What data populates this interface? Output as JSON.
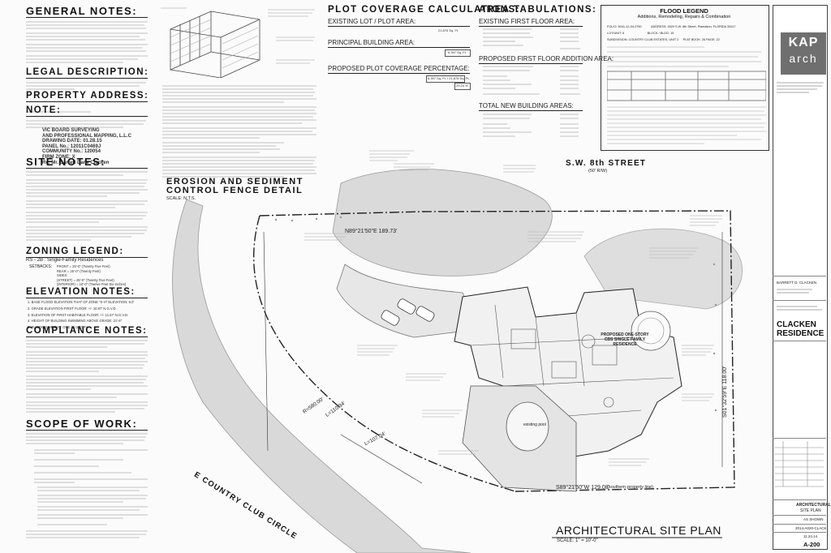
{
  "left_column": {
    "general_notes": "GENERAL NOTES:",
    "legal_description": "LEGAL DESCRIPTION:",
    "property_address": "PROPERTY ADDRESS:",
    "note": "NOTE:",
    "surveyor": {
      "line1": "VIC BOARD SURVEYING",
      "line2": "AND PROFESSIONAL MAPPING, L.L.C",
      "line3": "DRAWING DATE: 01.28.15",
      "line4": "PANEL No.: 12011C0469J",
      "line5": "COMMUNITY No.: 120054",
      "line6": "FIRM ZONE: X",
      "line7": "Re: Mr. Barrett Dane Clacken"
    },
    "site_notes": "SITE NOTES:",
    "zoning_legend": "ZONING LEGEND:",
    "zoning_value": "RS - 2B : Single-Family Residences",
    "setback_label": "SETBACKS:",
    "setbacks": [
      "FRONT  = 25'-0\" (Twenty Five Feet)",
      "REAR   = 25'-0\" (Twenty Feet)",
      "SIDES",
      "(STREET) = 25'-0\" (Twenty Five Feet)",
      "(INTERIOR) = 10'-0\" (Twelve Feet Six Inches)"
    ],
    "elevation_notes": "ELEVATION NOTES:",
    "elevation_items": [
      "1. BASE FLOOD ELEVATION THAT OF ZONE \"X-H\" ELEVATION: 8.0'",
      "2. GRADE ELEVATION FIRST FLOOR: +/- 10.97' N.G.V.D.",
      "3. ELEVATION OF FIRST HABITABLE FLOOR: +/- 11.57' N.G.V.D.",
      "4. HEIGHT OF BUILDING SWIMMING ABOVE GRADE: 21'-6\"",
      "5. BUILDING HEIGHT: ONE (1) STORY"
    ],
    "compliance_notes": "COMPLIANCE NOTES:",
    "scope_of_work": "SCOPE OF WORK:"
  },
  "center_top": {
    "plot_coverage": "PLOT COVERAGE CALCULATIONS:",
    "existing_lot": "EXISTING LOT / PLOT AREA:",
    "existing_lot_val": "21,876 Sq. Ft.",
    "principal_building": "PRINCIPAL BUILDING AREA:",
    "principal_building_val": "6,397 Sq. Ft.",
    "proposed_plot": "PROPOSED PLOT COVERAGE PERCENTAGE:",
    "proposed_plot_val": "6,397 Sq. Ft. / 21,876 Sq. Ft.",
    "proposed_pct": "29.24 %",
    "area_tab": "AREA TABULATIONS:",
    "existing_first_floor": "EXISTING FIRST FLOOR AREA:",
    "proposed_first_floor": "PROPOSED FIRST FLOOR ADDITION AREA:",
    "total_new": "TOTAL NEW BUILDING AREAS:",
    "erosion1": "EROSION AND SEDIMENT",
    "erosion2": "CONTROL FENCE DETAIL",
    "scale_nts": "SCALE: N.T.S."
  },
  "flood_legend": {
    "title": "FLOOD LEGEND",
    "subtitle": "Additions, Remodeling, Repairs & Combination",
    "rows": [
      [
        "FOLIO:",
        "5041-12-04-0750",
        "ADDRESS:",
        "4520 S.W. 8th Street, Plantation, FLORIDA 33317"
      ],
      [
        "LOT/UNIT:",
        "5",
        "BLOCK / BLDG:",
        "15"
      ],
      [
        "SUBDIVISION:",
        "COUNTRY CLUB ESTATES, UNIT 2",
        "PLAT BOOK:",
        "26",
        "PAGE:",
        "22"
      ]
    ]
  },
  "site_plan": {
    "street": "S.W. 8th STREET",
    "street_sub": "(50' R/W)",
    "road": "E COUNTRY CLUB CIRCLE",
    "bearing_top": "N89°21'50\"E 189.73'",
    "bearing_right": "S01°32'59\"E 118.00'",
    "bearing_bottom": "S89°21'50\"W 129.08'",
    "bearing_left_a": "R=580.00'",
    "bearing_left_b": "L=110.34'",
    "bearing_left_c": "L=107.04'",
    "southern_line": "(southern property line)",
    "pool_label": "existing pool",
    "residence_label": "PROPOSED ONE-STORY CBS SINGLE-FAMILY RESIDENCE",
    "title": "ARCHITECTURAL SITE PLAN",
    "scale": "SCALE: 1\" = 10'-0\""
  },
  "title_block": {
    "logo_top": "KAP",
    "logo_bottom": "arch",
    "client": "BARRETT D. CLACKEN",
    "residence_1": "CLACKEN",
    "residence_2": "RESIDENCE",
    "sheet_title_1": "ARCHITECTURAL",
    "sheet_title_2": "SITE PLAN",
    "drawn": "AS SHOWN",
    "project_no": "2014-A020-CLACK",
    "date": "11.24.14",
    "sheet_no": "A-200"
  }
}
